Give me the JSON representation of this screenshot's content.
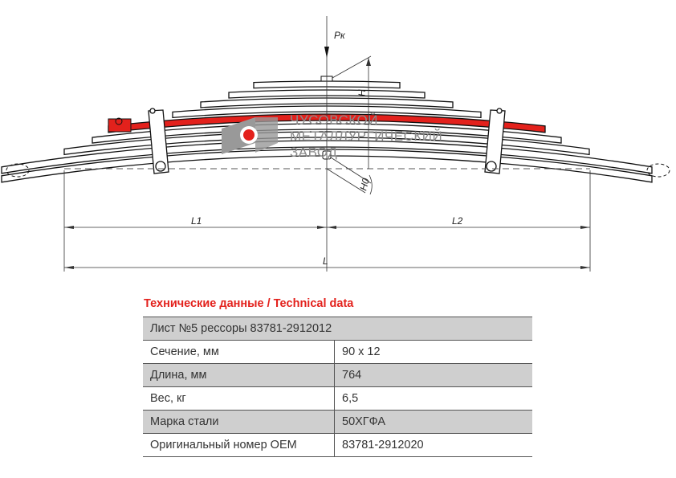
{
  "drawing": {
    "load_label": "Pк",
    "height_label": "H",
    "height0_label": "H0",
    "l1_label": "L1",
    "l2_label": "L2",
    "l_label": "L",
    "highlight_color": "#e3211c"
  },
  "logo": {
    "line1": "ЧУСОВСКОЙ",
    "line2": "МЕТАЛЛУРГИЧЕСКИЙ",
    "line3": "ЗАВОД"
  },
  "table": {
    "title": "Технические данные / Technical data",
    "header": "Лист №5 рессоры 83781-2912012",
    "rows": [
      {
        "label": "Сечение, мм",
        "value": "90 x 12"
      },
      {
        "label": "Длина, мм",
        "value": "764"
      },
      {
        "label": "Вес, кг",
        "value": "6,5"
      },
      {
        "label": "Марка стали",
        "value": "50ХГФА"
      },
      {
        "label": "Оригинальный номер OEM",
        "value": "83781-2912020"
      }
    ]
  }
}
